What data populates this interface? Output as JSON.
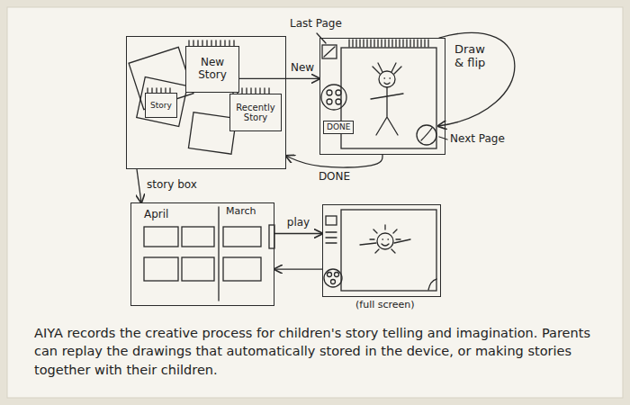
{
  "diagram": {
    "caption": "AIYA records the creative process for children's story telling and imagination. Parents can replay the drawings that automatically stored in the device, or making stories together with their children.",
    "nodes": [
      {
        "text": []
      },
      {
        "text": [
          "New Story"
        ],
        "in": 0
      },
      {
        "text": [
          "Story"
        ],
        "in": 0
      },
      {
        "text": [
          "Recently Story"
        ],
        "in": 0
      },
      {
        "text": []
      },
      {
        "text": [
          "DONE"
        ],
        "in": 4
      },
      {
        "text": [
          "April",
          "March"
        ]
      },
      {
        "text": [
          "(full screen)"
        ]
      }
    ],
    "edges": [
      {
        "from": 1,
        "to": 4,
        "label": "New",
        "arrow": "to"
      },
      {
        "from": 4,
        "to": 0,
        "label": "DONE",
        "arrow": "to"
      },
      {
        "from": 0,
        "to": 6,
        "label": "story box",
        "arrow": "to"
      },
      {
        "from": 6,
        "to": 7,
        "label": "play",
        "arrow": "to"
      },
      {
        "from": 7,
        "to": 6,
        "arrow": "to"
      }
    ],
    "labels": [
      "Last Page",
      "Next Page",
      "Draw & flip"
    ]
  }
}
